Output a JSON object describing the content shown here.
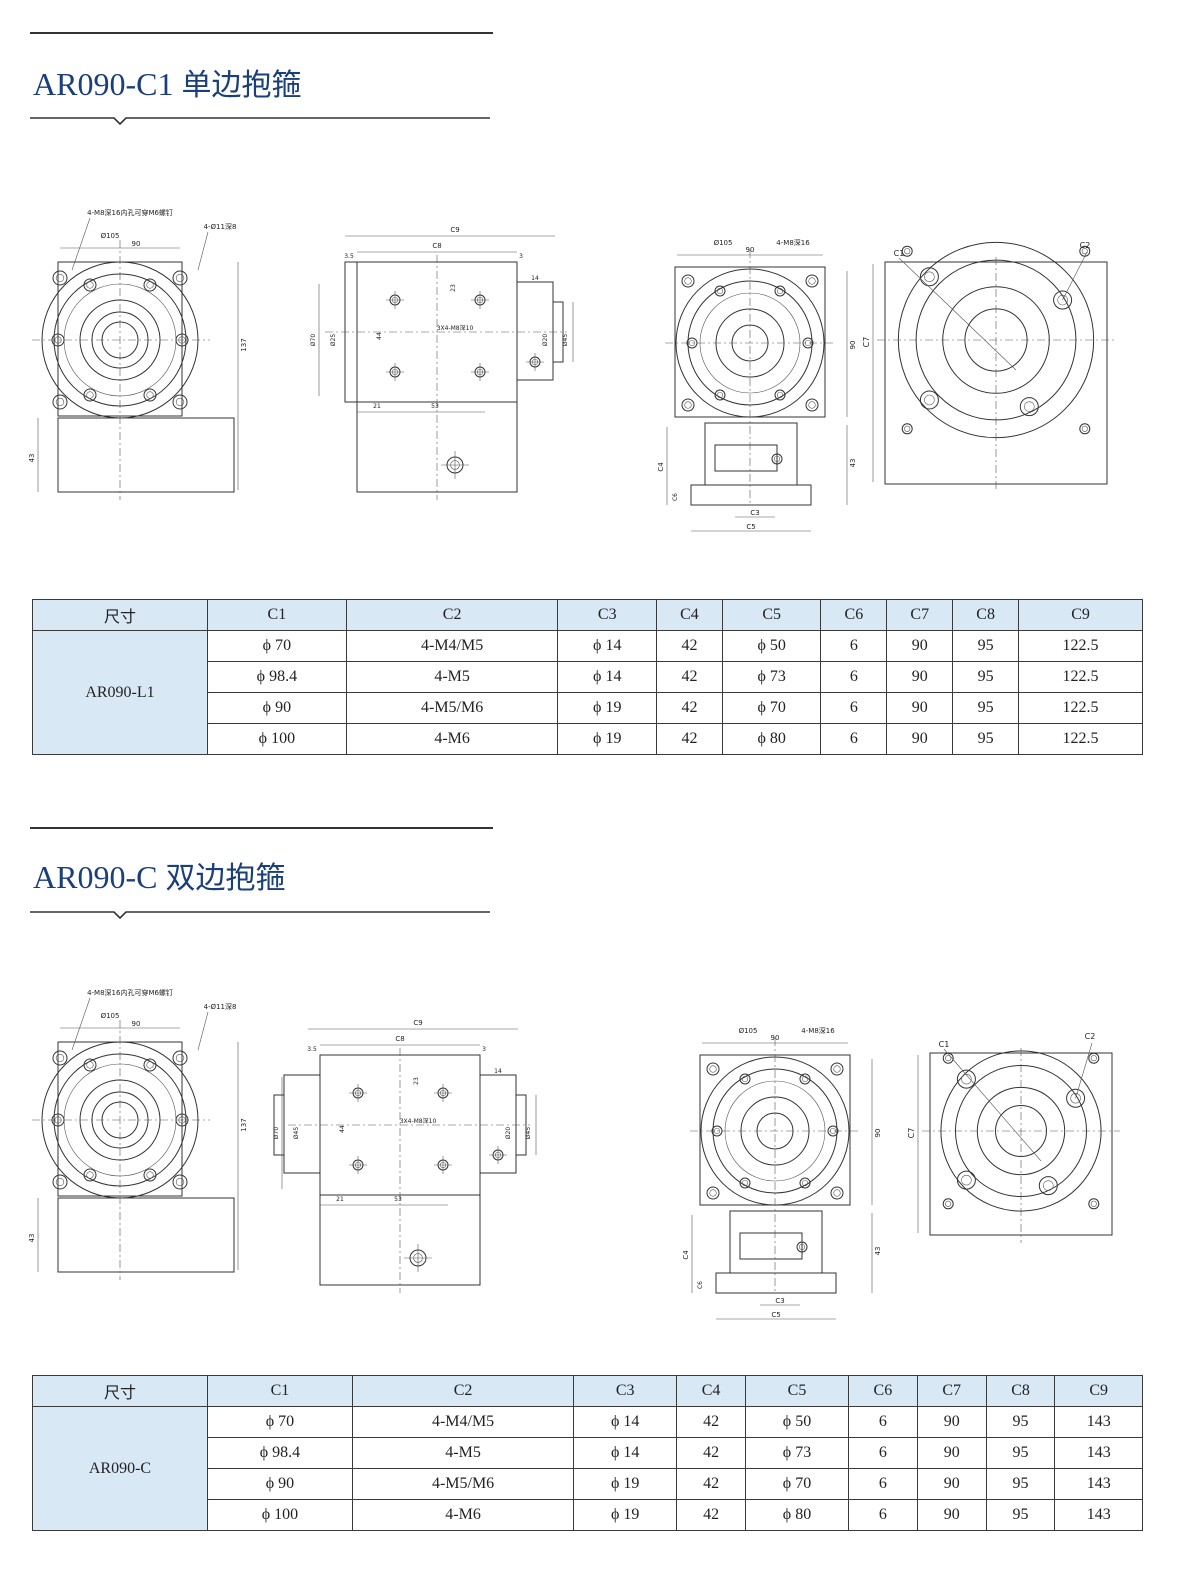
{
  "sections": [
    {
      "title_code": "AR090-C1",
      "title_cn": "单边抱箍",
      "drawing_labels": {
        "front_note1": "4-M8深16内孔可穿M6螺钉",
        "front_note2": "4-Ø11深8",
        "front_d105": "Ø105",
        "front_90": "90",
        "front_137": "137",
        "front_43": "43",
        "side_c9": "C9",
        "side_c8": "C8",
        "side_35": "3.5",
        "side_3": "3",
        "side_14": "14",
        "side_23": "23",
        "side_44": "44",
        "side_bolt": "3X4-M8深10",
        "side_21": "21",
        "side_53": "53",
        "side_d70": "Ø70",
        "side_d25": "Ø25",
        "side_d20": "Ø20",
        "side_d45": "Ø45",
        "back_d105": "Ø105",
        "back_90": "90",
        "back_note": "4-M8深16",
        "back_90v": "90",
        "back_43": "43",
        "back_c4": "C4",
        "back_c6": "C6",
        "back_c3": "C3",
        "back_c5": "C5",
        "sq_c1": "C1",
        "sq_c2": "C2",
        "sq_c7": "C7"
      },
      "table": {
        "headers": [
          "尺寸",
          "C1",
          "C2",
          "C3",
          "C4",
          "C5",
          "C6",
          "C7",
          "C8",
          "C9"
        ],
        "model": "AR090-L1",
        "rows": [
          [
            "ϕ 70",
            "4-M4/M5",
            "ϕ 14",
            "42",
            "ϕ 50",
            "6",
            "90",
            "95",
            "122.5"
          ],
          [
            "ϕ 98.4",
            "4-M5",
            "ϕ 14",
            "42",
            "ϕ 73",
            "6",
            "90",
            "95",
            "122.5"
          ],
          [
            "ϕ 90",
            "4-M5/M6",
            "ϕ 19",
            "42",
            "ϕ 70",
            "6",
            "90",
            "95",
            "122.5"
          ],
          [
            "ϕ 100",
            "4-M6",
            "ϕ 19",
            "42",
            "ϕ 80",
            "6",
            "90",
            "95",
            "122.5"
          ]
        ]
      }
    },
    {
      "title_code": "AR090-C",
      "title_cn": "双边抱箍",
      "drawing_labels": {
        "front_note1": "4-M8深16内孔可穿M6螺钉",
        "front_note2": "4-Ø11深8",
        "front_d105": "Ø105",
        "front_90": "90",
        "front_137": "137",
        "front_43": "43",
        "side_c9": "C9",
        "side_c8": "C8",
        "side_35": "3.5",
        "side_3": "3",
        "side_14": "14",
        "side_23": "23",
        "side_44": "44",
        "side_bolt": "3X4-M8深10",
        "side_21": "21",
        "side_53": "53",
        "side_d70": "Ø70",
        "side_d25": "Ø45",
        "side_d20": "Ø20",
        "side_d45": "Ø45",
        "back_d105": "Ø105",
        "back_90": "90",
        "back_note": "4-M8深16",
        "back_90v": "90",
        "back_43": "43",
        "back_c4": "C4",
        "back_c6": "C6",
        "back_c3": "C3",
        "back_c5": "C5",
        "sq_c1": "C1",
        "sq_c2": "C2",
        "sq_c7": "C7"
      },
      "table": {
        "headers": [
          "尺寸",
          "C1",
          "C2",
          "C3",
          "C4",
          "C5",
          "C6",
          "C7",
          "C8",
          "C9"
        ],
        "model": "AR090-C",
        "rows": [
          [
            "ϕ 70",
            "4-M4/M5",
            "ϕ 14",
            "42",
            "ϕ 50",
            "6",
            "90",
            "95",
            "143"
          ],
          [
            "ϕ 98.4",
            "4-M5",
            "ϕ 14",
            "42",
            "ϕ 73",
            "6",
            "90",
            "95",
            "143"
          ],
          [
            "ϕ 90",
            "4-M5/M6",
            "ϕ 19",
            "42",
            "ϕ 70",
            "6",
            "90",
            "95",
            "143"
          ],
          [
            "ϕ 100",
            "4-M6",
            "ϕ 19",
            "42",
            "ϕ 80",
            "6",
            "90",
            "95",
            "143"
          ]
        ]
      }
    }
  ]
}
